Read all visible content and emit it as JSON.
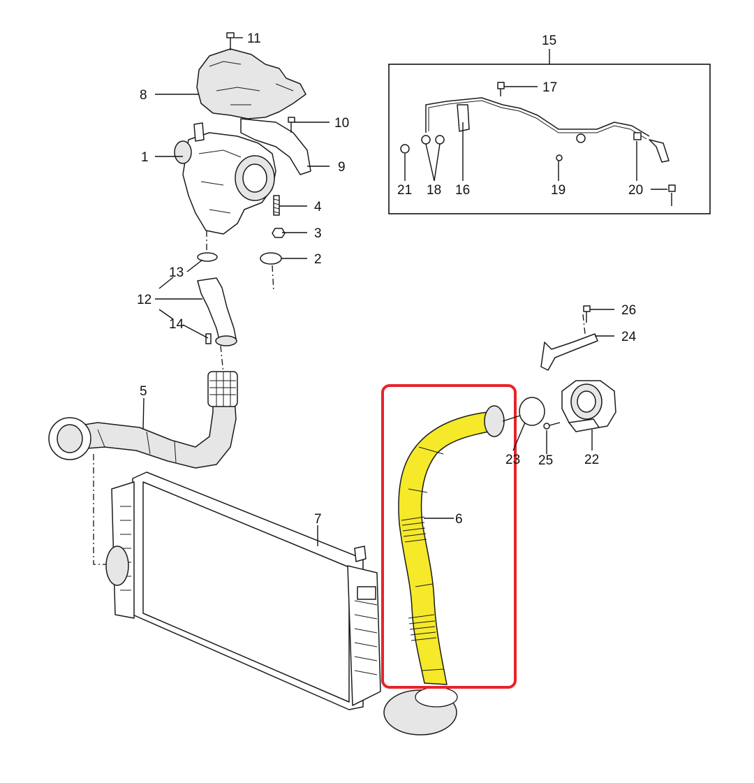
{
  "callouts": {
    "c1": "1",
    "c2": "2",
    "c3": "3",
    "c4": "4",
    "c5": "5",
    "c6": "6",
    "c7": "7",
    "c8": "8",
    "c9": "9",
    "c10": "10",
    "c11": "11",
    "c12": "12",
    "c13": "13",
    "c14": "14",
    "c15": "15",
    "c16": "16",
    "c17": "17",
    "c18": "18",
    "c19": "19",
    "c20": "20",
    "c21": "21",
    "c22": "22",
    "c23": "23",
    "c24": "24",
    "c25": "25",
    "c26": "26"
  },
  "colors": {
    "highlight_box": "#e8232a",
    "highlighted_hose": "#f5e92a",
    "line_art": "#1a1a1a",
    "background": "#ffffff"
  }
}
